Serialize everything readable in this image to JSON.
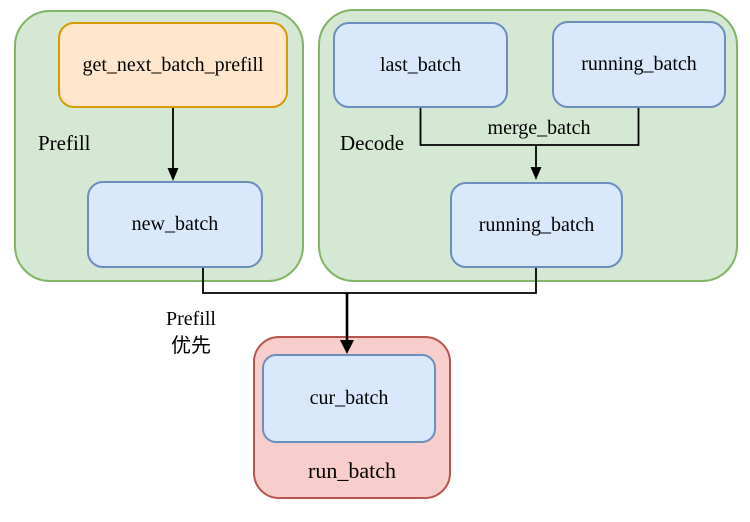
{
  "diagram": {
    "containers": {
      "prefill": {
        "label": "Prefill",
        "fill": "#d5e8d4",
        "border": "#82b366"
      },
      "decode": {
        "label": "Decode",
        "fill": "#d5e8d4",
        "border": "#82b366"
      },
      "run_batch": {
        "label": "run_batch",
        "fill": "#f8cecc",
        "border": "#b85450"
      }
    },
    "nodes": {
      "get_next_batch_prefill": {
        "label": "get_next_batch_prefill",
        "fill": "#ffe6cc",
        "border": "#d79b00"
      },
      "new_batch": {
        "label": "new_batch",
        "fill": "#dae8fc",
        "border": "#6c8ebf"
      },
      "last_batch": {
        "label": "last_batch",
        "fill": "#dae8fc",
        "border": "#6c8ebf"
      },
      "running_batch_top": {
        "label": "running_batch",
        "fill": "#dae8fc",
        "border": "#6c8ebf"
      },
      "running_batch_merged": {
        "label": "running_batch",
        "fill": "#dae8fc",
        "border": "#6c8ebf"
      },
      "cur_batch": {
        "label": "cur_batch",
        "fill": "#dae8fc",
        "border": "#6c8ebf"
      }
    },
    "edge_labels": {
      "merge_batch": "merge_batch"
    },
    "notes": {
      "priority_line1": "Prefill",
      "priority_line2": "优先"
    },
    "line_color": "#000000",
    "background": "#ffffff"
  }
}
